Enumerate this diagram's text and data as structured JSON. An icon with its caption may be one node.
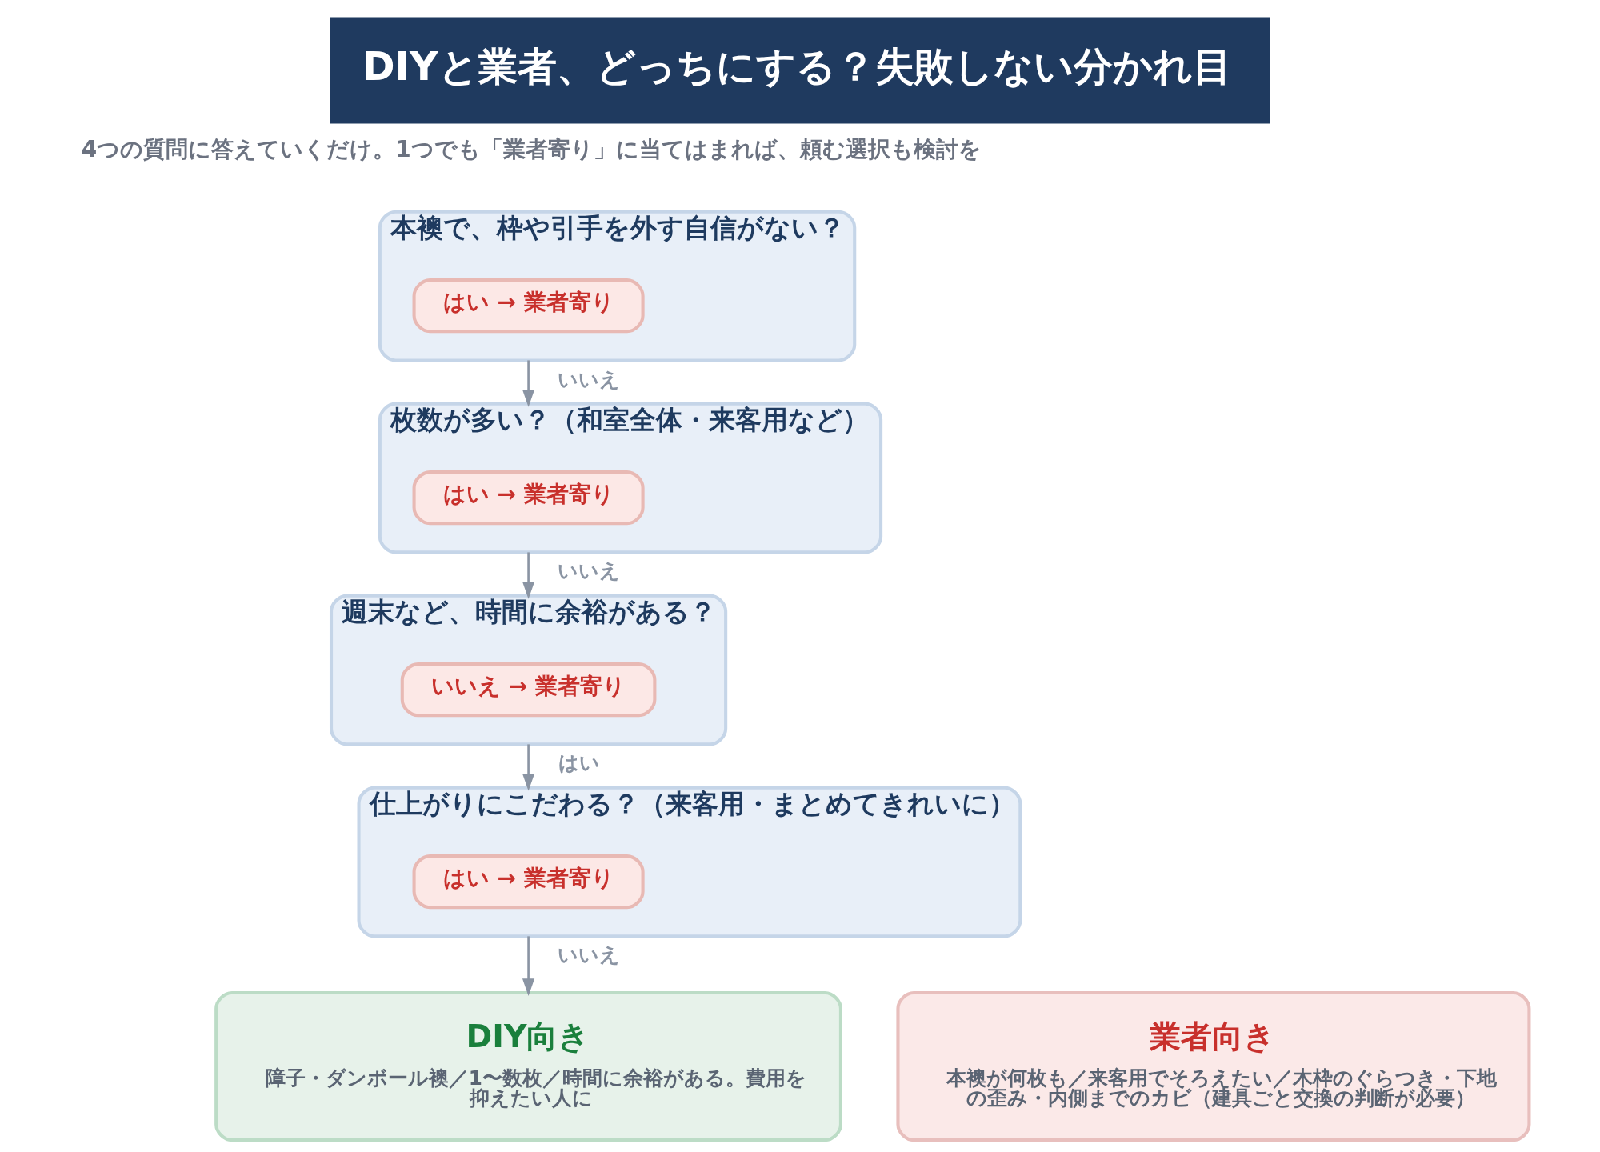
{
  "diagram": {
    "title": "DIYと業者、どっちにする？失敗しない分かれ目",
    "nodes": [
      {
        "text": [
          "本襖で、枠や引手を外す自信がない？"
        ]
      },
      {
        "text": [
          "はい → 業者寄り"
        ],
        "in": 0
      },
      {
        "text": [
          "枚数が多い？（和室全体・来客用など）"
        ]
      },
      {
        "text": [
          "はい → 業者寄り"
        ],
        "in": 2
      },
      {
        "text": [
          "週末など、時間に余裕がある？"
        ]
      },
      {
        "text": [
          "いいえ → 業者寄り"
        ],
        "in": 4
      },
      {
        "text": [
          "仕上がりにこだわる？（来客用・まとめてきれいに）"
        ]
      },
      {
        "text": [
          "はい → 業者寄り"
        ],
        "in": 6
      },
      {
        "text": [
          "DIY向き",
          "障子・ダンボール襖／1〜数枚／時間に余裕がある。費用を抑えたい人に"
        ]
      },
      {
        "text": [
          "業者向き",
          "本襖が何枚も／来客用でそろえたい／木枠のぐらつき・下地の歪み・内側までのカビ（建具ごと交換の判断が必要）"
        ]
      }
    ],
    "edges": [
      {
        "from": 0,
        "to": 2,
        "arrow": "to",
        "label": "いいえ"
      },
      {
        "from": 2,
        "to": 4,
        "arrow": "to",
        "label": "いいえ"
      },
      {
        "from": 4,
        "to": 6,
        "arrow": "to",
        "label": "はい"
      },
      {
        "from": 6,
        "to": 8,
        "arrow": "to",
        "label": "いいえ"
      }
    ],
    "labels": [
      "4つの質問に答えていくだけ。1つでも「業者寄り」に当てはまれば、頼む選択も検討を"
    ]
  }
}
